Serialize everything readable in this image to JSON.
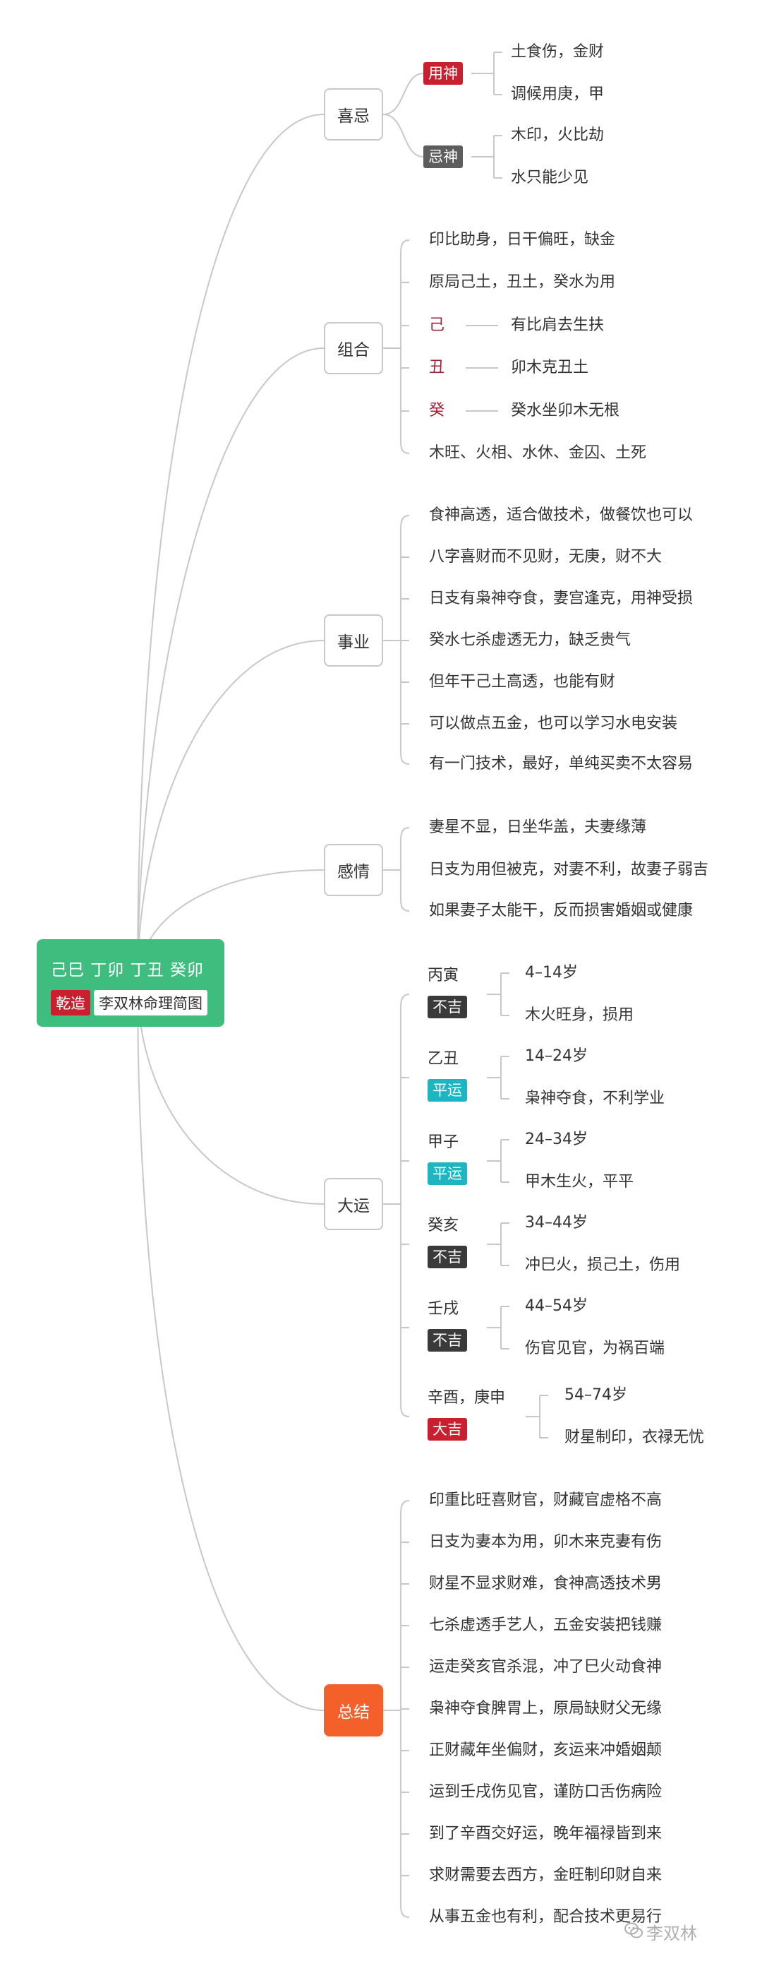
{
  "root": {
    "title": "己巳 丁卯 丁丑 癸卯",
    "tag1": "乾造",
    "tag2": "李双林命理简图"
  },
  "xiji": {
    "label": "喜忌",
    "yongshen": {
      "label": "用神",
      "items": [
        "土食伤，金财",
        "调候用庚，甲"
      ]
    },
    "jishen": {
      "label": "忌神",
      "items": [
        "木印，火比劫",
        "水只能少见"
      ]
    }
  },
  "zuhe": {
    "label": "组合",
    "items": [
      "印比助身，日干偏旺，缺金",
      "原局己土，丑土，癸水为用"
    ],
    "pairs": [
      {
        "key": "己",
        "value": "有比肩去生扶"
      },
      {
        "key": "丑",
        "value": "卯木克丑土"
      },
      {
        "key": "癸",
        "value": "癸水坐卯木无根"
      }
    ],
    "last": "木旺、火相、水休、金囚、土死"
  },
  "shiye": {
    "label": "事业",
    "items": [
      "食神高透，适合做技术，做餐饮也可以",
      "八字喜财而不见财，无庚，财不大",
      "日支有枭神夺食，妻宫逢克，用神受损",
      "癸水七杀虚透无力，缺乏贵气",
      "但年干己土高透，也能有财",
      "可以做点五金，也可以学习水电安装",
      "有一门技术，最好，单纯买卖不太容易"
    ]
  },
  "ganqing": {
    "label": "感情",
    "items": [
      "妻星不显，日坐华盖，夫妻缘薄",
      "日支为用但被克，对妻不利，故妻子弱吉",
      "如果妻子太能干，反而损害婚姻或健康"
    ]
  },
  "dayun": {
    "label": "大运",
    "periods": [
      {
        "name": "丙寅",
        "tag": "不吉",
        "age": "4–14岁",
        "desc": "木火旺身，损用"
      },
      {
        "name": "乙丑",
        "tag": "平运",
        "age": "14–24岁",
        "desc": "枭神夺食，不利学业"
      },
      {
        "name": "甲子",
        "tag": "平运",
        "age": "24–34岁",
        "desc": "甲木生火，平平"
      },
      {
        "name": "癸亥",
        "tag": "不吉",
        "age": "34–44岁",
        "desc": "冲巳火，损己土，伤用"
      },
      {
        "name": "壬戌",
        "tag": "不吉",
        "age": "44–54岁",
        "desc": "伤官见官，为祸百端"
      },
      {
        "name": "辛酉，庚申",
        "tag": "大吉",
        "age": "54–74岁",
        "desc": "财星制印，衣禄无忧"
      }
    ]
  },
  "zongjie": {
    "label": "总结",
    "items": [
      "印重比旺喜财官，财藏官虚格不高",
      "日支为妻本为用，卯木来克妻有伤",
      "财星不显求财难，食神高透技术男",
      "七杀虚透手艺人，五金安装把钱赚",
      "运走癸亥官杀混，冲了巳火动食神",
      "枭神夺食脾胃上，原局缺财父无缘",
      "正财藏年坐偏财，亥运来冲婚姻颠",
      "运到壬戌伤见官，谨防口舌伤病险",
      "到了辛酉交好运，晚年福禄皆到来",
      "求财需要去西方，金旺制印财自来",
      "从事五金也有利，配合技术更易行"
    ]
  },
  "watermark": "李双林",
  "colors": {
    "root": "#3fbd7f",
    "accent_red": "#c91f2e",
    "gray_tag": "#5d5d5d",
    "dark_tag": "#3a3a3a",
    "cyan_tag": "#1eb5c3",
    "orange": "#f3602a",
    "char_red": "#a3243a",
    "line": "#c8c8c8"
  }
}
